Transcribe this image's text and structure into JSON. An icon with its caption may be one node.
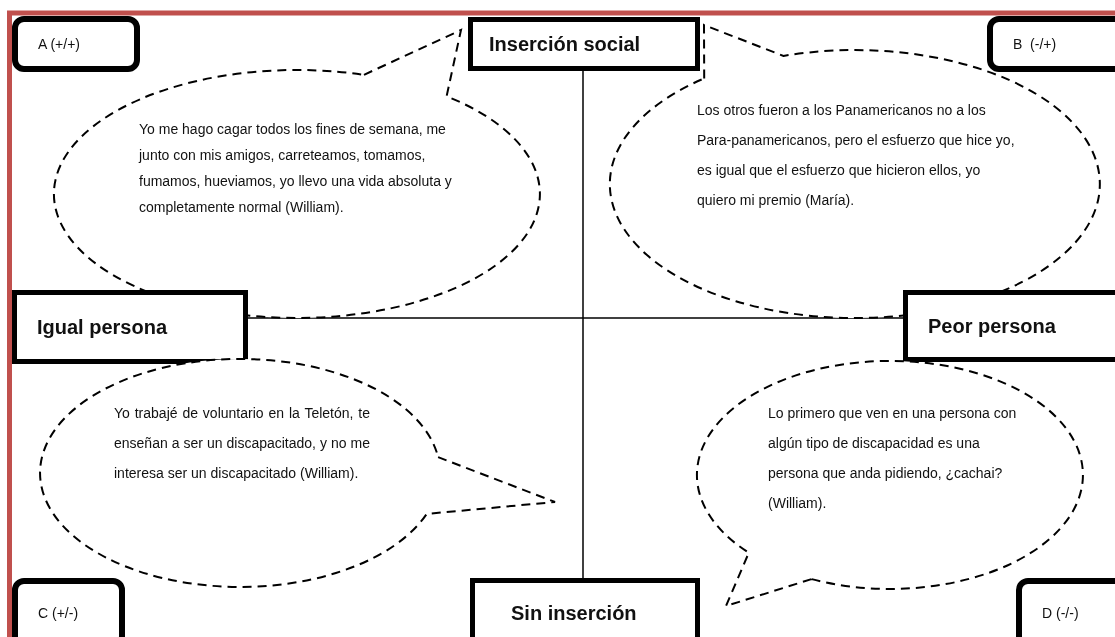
{
  "diagram": {
    "nodes": [
      {
        "text": [
          "A (+/+)"
        ]
      },
      {
        "text": [
          "Inserción social"
        ]
      },
      {
        "text": [
          "B  (-/+)"
        ]
      },
      {
        "text": [
          "Yo me hago cagar todos los fines de semana, me junto con mis amigos, carreteamos, tomamos, fumamos, hueviamos, yo llevo una vida absoluta y completamente normal (William)."
        ]
      },
      {
        "text": [
          "Los otros fueron a los Panamericanos no a los Para-panamericanos, pero el esfuerzo que hice yo, es igual que el esfuerzo que hicieron ellos, yo quiero mi premio (María)."
        ]
      },
      {
        "text": [
          "Igual persona"
        ]
      },
      {
        "text": [
          "Peor persona"
        ]
      },
      {
        "text": [
          "Yo trabajé de voluntario en la Teletón, te enseñan a ser un discapacitado, y no me interesa ser un discapacitado (William)."
        ]
      },
      {
        "text": [
          "Lo primero que ven en una persona con algún tipo de discapacidad es una persona que anda pidiendo, ¿cachai? (William)."
        ]
      },
      {
        "text": [
          "C (+/-)"
        ]
      },
      {
        "text": [
          "Sin inserción"
        ]
      },
      {
        "text": [
          "D (-/-)"
        ]
      }
    ],
    "edges": [
      {
        "from": 5,
        "to": 6,
        "arrow": "none"
      },
      {
        "from": 1,
        "to": 10,
        "arrow": "none"
      }
    ]
  }
}
